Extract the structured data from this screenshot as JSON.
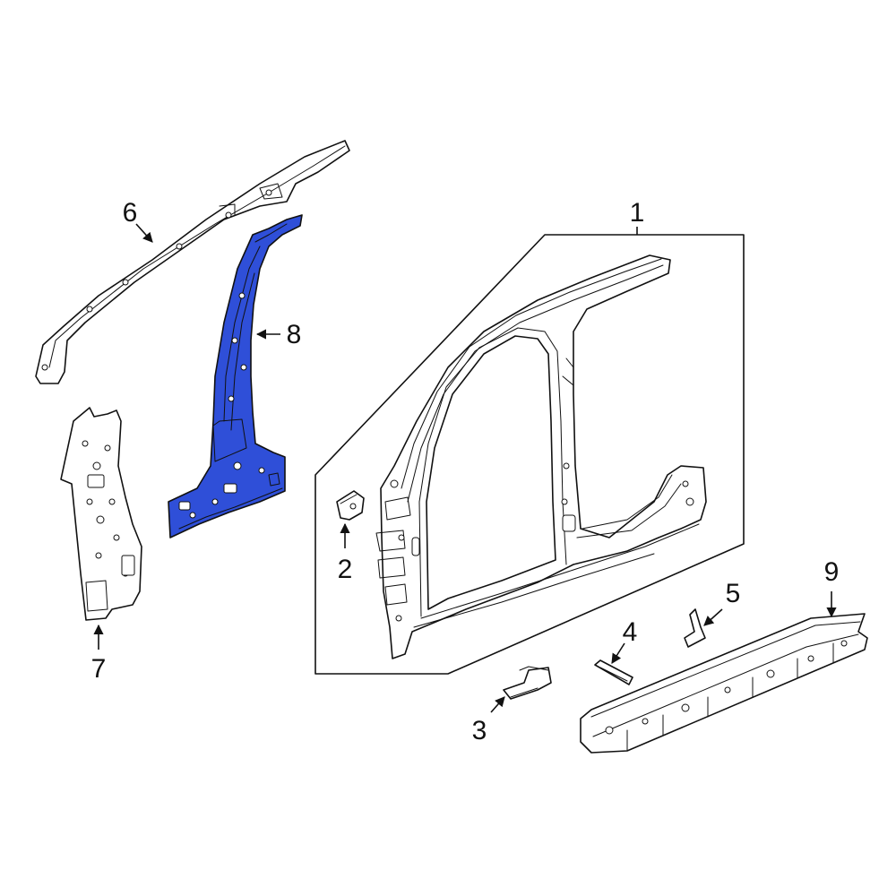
{
  "diagram": {
    "highlight_color": "#2f4fd8",
    "line_color": "#111111",
    "background_color": "#ffffff",
    "callouts": [
      {
        "id": "1",
        "label": "1"
      },
      {
        "id": "2",
        "label": "2"
      },
      {
        "id": "3",
        "label": "3"
      },
      {
        "id": "4",
        "label": "4"
      },
      {
        "id": "5",
        "label": "5"
      },
      {
        "id": "6",
        "label": "6"
      },
      {
        "id": "7",
        "label": "7"
      },
      {
        "id": "8",
        "label": "8"
      },
      {
        "id": "9",
        "label": "9"
      }
    ],
    "highlighted_part": "8"
  }
}
